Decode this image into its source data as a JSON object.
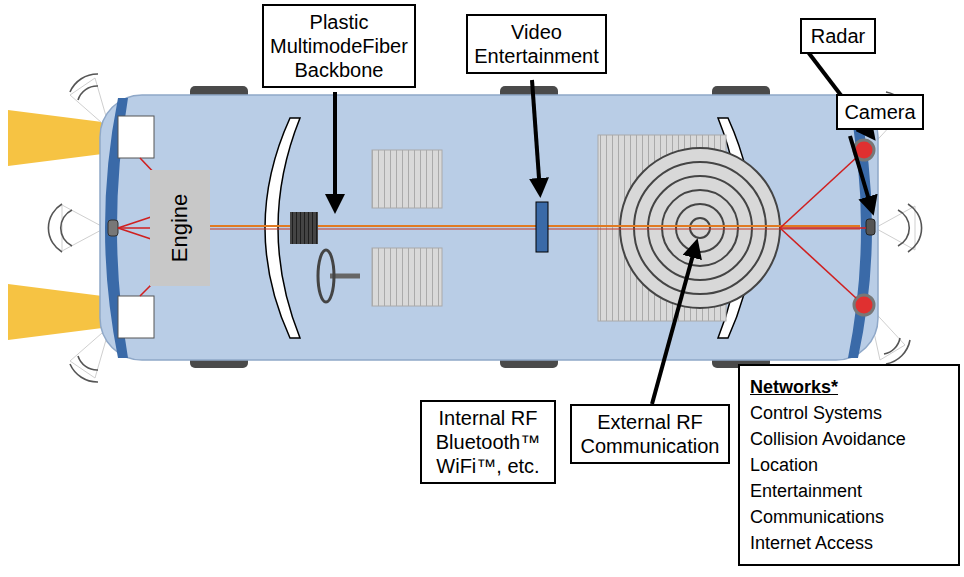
{
  "diagram": {
    "nodes": [
      {
        "text": [
          "Plastic MultimodeFiber Backbone"
        ]
      },
      {
        "text": [
          "Video Entertainment"
        ]
      },
      {
        "text": [
          "Radar"
        ]
      },
      {
        "text": [
          "Camera"
        ]
      },
      {
        "text": [
          "Engine"
        ]
      },
      {
        "text": [
          "Internal RF Bluetooth™ WiFi™, etc."
        ]
      },
      {
        "text": [
          "External RF Communication"
        ]
      },
      {
        "text": [
          "Networks*",
          "Control Systems",
          "Collision Avoidance",
          "Location",
          "Entertainment",
          "Communications",
          "Internet Access"
        ]
      }
    ]
  }
}
